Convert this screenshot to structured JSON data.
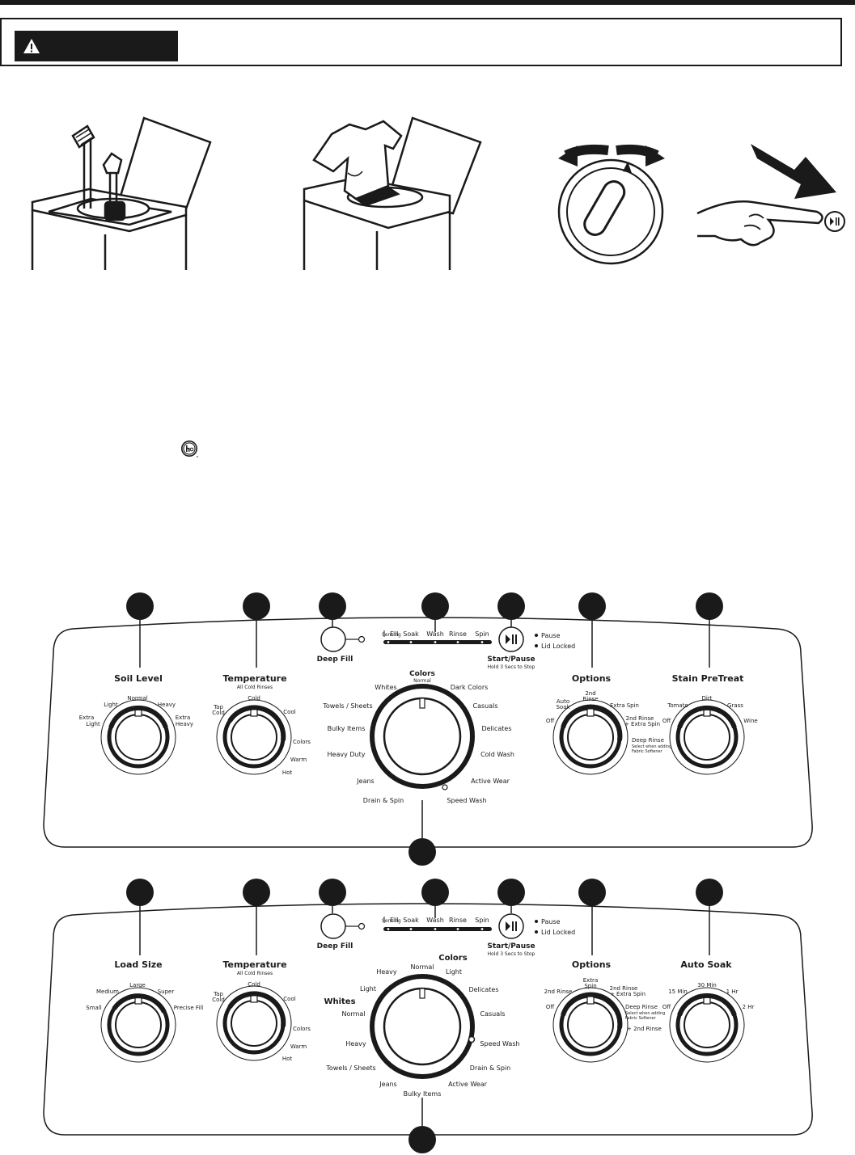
{
  "warning": {
    "label": "",
    "icon": "warning-triangle-icon"
  },
  "illustrations": {
    "step1": "tub-with-detergent-and-fabric-softener",
    "step2": "tub-with-clothes",
    "step3": "dial-with-turn-arrows",
    "step4": "hand-pressing-start-button"
  },
  "status_lights": {
    "pause": "Pause",
    "lid_locked": "Lid Locked"
  },
  "status_steps": [
    "Sensing",
    "Fill",
    "Soak",
    "Wash",
    "Rinse",
    "Spin"
  ],
  "panel1": {
    "deep_fill": "Deep Fill",
    "start": {
      "label": "Start/Pause",
      "sub": "Hold 3 Secs to Stop"
    },
    "soil": {
      "title": "Soil Level",
      "extra_light_1": "Extra",
      "extra_light_2": "Light",
      "light": "Light",
      "normal": "Normal",
      "heavy": "Heavy",
      "extra_heavy_1": "Extra",
      "extra_heavy_2": "Heavy"
    },
    "temp": {
      "title": "Temperature",
      "sub": "All Cold Rinses",
      "tap_1": "Tap",
      "tap_2": "Cold",
      "cold": "Cold",
      "cool": "Cool",
      "colors": "Colors",
      "warm": "Warm",
      "hot": "Hot"
    },
    "cycle": {
      "colors": "Colors",
      "normal": "Normal",
      "whites": "Whites",
      "dark_colors": "Dark Colors",
      "towels": "Towels / Sheets",
      "casuals": "Casuals",
      "bulky": "Bulky Items",
      "delicates": "Delicates",
      "heavy_duty": "Heavy Duty",
      "cold_wash": "Cold Wash",
      "jeans": "Jeans",
      "active_wear": "Active Wear",
      "drain_spin": "Drain & Spin",
      "speed_wash": "Speed Wash"
    },
    "options": {
      "title": "Options",
      "auto_soak_1": "Auto",
      "auto_soak_2": "Soak",
      "second_rinse_1": "2nd",
      "second_rinse_2": "Rinse",
      "extra_spin": "Extra Spin",
      "off": "Off",
      "rinse_spin_1": "2nd Rinse",
      "rinse_spin_2": "+ Extra Spin",
      "deep_rinse": "Deep Rinse",
      "deep_rinse_sub1": "Select when adding",
      "deep_rinse_sub2": "Fabric Softener"
    },
    "stain": {
      "title": "Stain PreTreat",
      "tomato": "Tomato",
      "dirt": "Dirt",
      "grass": "Grass",
      "off": "Off",
      "wine": "Wine"
    }
  },
  "panel2": {
    "deep_fill": "Deep Fill",
    "start": {
      "label": "Start/Pause",
      "sub": "Hold 3 Secs to Stop"
    },
    "load": {
      "title": "Load Size",
      "small": "Small",
      "medium": "Medium",
      "large": "Large",
      "super": "Super",
      "precise": "Precise Fill"
    },
    "temp": {
      "title": "Temperature",
      "sub": "All Cold Rinses",
      "tap_1": "Tap",
      "tap_2": "Cold",
      "cold": "Cold",
      "cool": "Cool",
      "colors": "Colors",
      "warm": "Warm",
      "hot": "Hot"
    },
    "cycle": {
      "colors_title": "Colors",
      "whites_title": "Whites",
      "heavy_c": "Heavy",
      "normal_c": "Normal",
      "light_c": "Light",
      "light_w": "Light",
      "normal_w": "Normal",
      "heavy_w": "Heavy",
      "towels": "Towels / Sheets",
      "jeans": "Jeans",
      "bulky": "Bulky Items",
      "active_wear": "Active Wear",
      "drain_spin": "Drain & Spin",
      "speed_wash": "Speed Wash",
      "casuals": "Casuals",
      "delicates": "Delicates"
    },
    "options": {
      "title": "Options",
      "second_rinse": "2nd Rinse",
      "extra_spin_1": "Extra",
      "extra_spin_2": "Spin",
      "rinse_spin_1": "2nd Rinse",
      "rinse_spin_2": "+ Extra Spin",
      "off": "Off",
      "deep_rinse": "Deep Rinse",
      "deep_rinse_sub1": "Select when adding",
      "deep_rinse_sub2": "Fabric Softener",
      "plus_rinse": "+ 2nd Rinse"
    },
    "soak": {
      "title": "Auto Soak",
      "m15": "15 Min",
      "m30": "30 Min",
      "h1": "1 Hr",
      "off": "Off",
      "h2": "2 Hr"
    }
  }
}
